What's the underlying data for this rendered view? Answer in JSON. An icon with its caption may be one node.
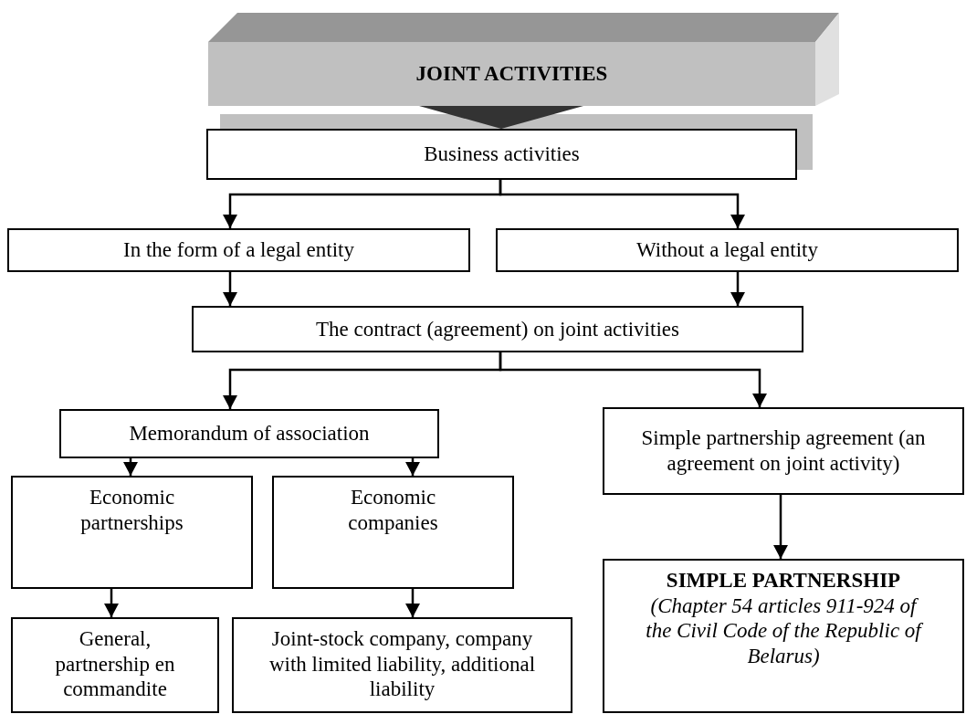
{
  "diagram": {
    "nodes": [
      {
        "text": [
          "JOINT ACTIVITIES"
        ]
      },
      {
        "text": [
          "Business activities"
        ]
      },
      {
        "text": [
          "In the form of a legal entity"
        ]
      },
      {
        "text": [
          "Without a legal entity"
        ]
      },
      {
        "text": [
          "The contract (agreement) on joint activities"
        ]
      },
      {
        "text": [
          "Memorandum of association"
        ]
      },
      {
        "text": [
          "Economic partnerships"
        ]
      },
      {
        "text": [
          "Economic companies"
        ]
      },
      {
        "text": [
          "General, partnership en commandite"
        ]
      },
      {
        "text": [
          "Joint-stock company, company with limited liability, additional liability"
        ]
      },
      {
        "text": [
          "Simple partnership agreement (an agreement on joint activity)"
        ]
      },
      {
        "text": [
          "SIMPLE PARTNERSHIP",
          "(Chapter 54 articles 911-924 of the Civil Code of the Republic of Belarus)"
        ]
      }
    ],
    "edges": [
      {
        "from": 0,
        "to": 1,
        "arrow": "to",
        "style": "thick"
      },
      {
        "from": 1,
        "to": 2,
        "arrow": "to"
      },
      {
        "from": 1,
        "to": 3,
        "arrow": "to"
      },
      {
        "from": 2,
        "to": 4,
        "arrow": "to"
      },
      {
        "from": 3,
        "to": 4,
        "arrow": "to"
      },
      {
        "from": 4,
        "to": 5,
        "arrow": "to"
      },
      {
        "from": 4,
        "to": 10,
        "arrow": "to"
      },
      {
        "from": 5,
        "to": 6,
        "arrow": "to"
      },
      {
        "from": 5,
        "to": 7,
        "arrow": "to"
      },
      {
        "from": 6,
        "to": 8,
        "arrow": "to"
      },
      {
        "from": 7,
        "to": 9,
        "arrow": "to"
      },
      {
        "from": 10,
        "to": 11,
        "arrow": "to"
      }
    ]
  }
}
